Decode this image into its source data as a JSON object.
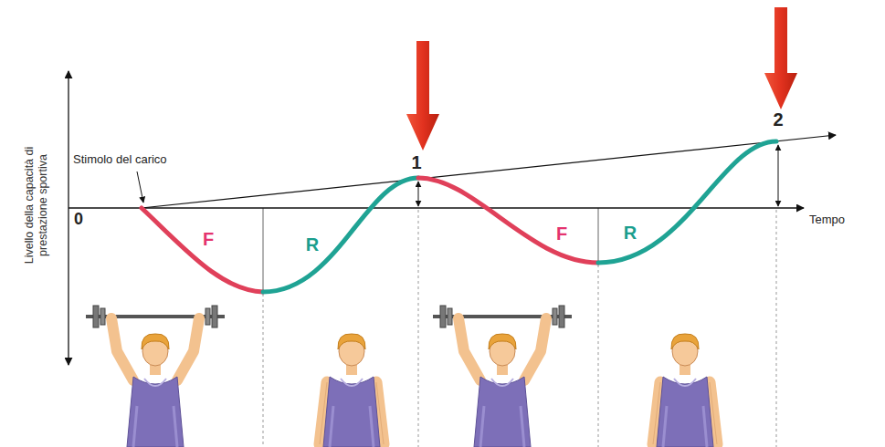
{
  "diagram": {
    "labels": [
      "Stimolo del carico",
      "1",
      "2",
      "0",
      "F",
      "R",
      "F",
      "R",
      "Tempo",
      "Livello della capacità di prestazione sportiva"
    ]
  }
}
